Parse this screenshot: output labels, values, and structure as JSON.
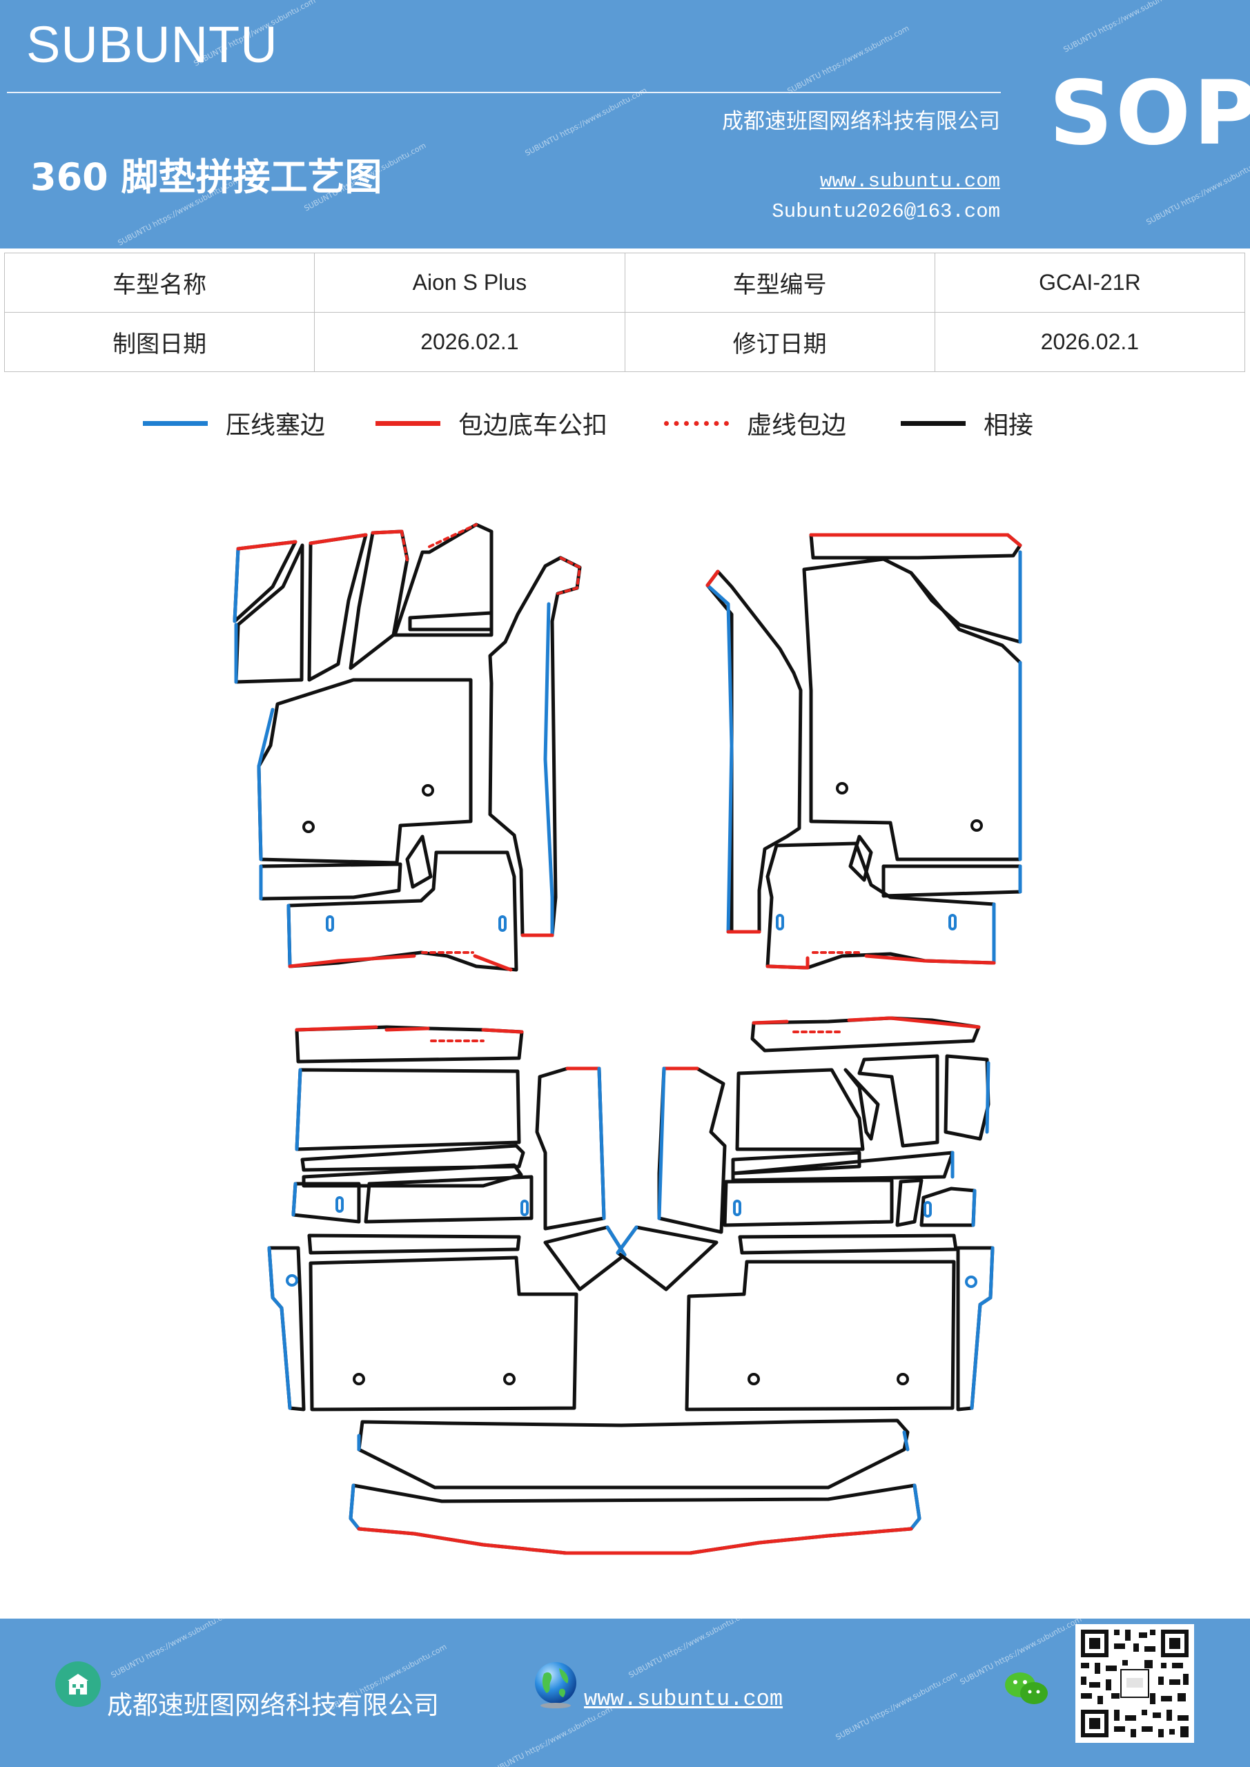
{
  "header": {
    "brand": "SUBUNTU",
    "company": "成都速班图网络科技有限公司",
    "title": "360 脚垫拼接工艺图",
    "website": "www.subuntu.com",
    "email": "Subuntu2026@163.com",
    "badge": "SOP"
  },
  "info": {
    "rows": [
      {
        "label1": "车型名称",
        "value1": "Aion  S  Plus",
        "label2": "车型编号",
        "value2": "GCAI-21R"
      },
      {
        "label1": "制图日期",
        "value1": "2026.02.1",
        "label2": "修订日期",
        "value2": "2026.02.1"
      }
    ]
  },
  "legend": [
    {
      "label": "压线塞边",
      "color": "#1f7fd1",
      "style": "solid"
    },
    {
      "label": "包边底车公扣",
      "color": "#e8261f",
      "style": "solid"
    },
    {
      "label": "虚线包边",
      "color": "#e8261f",
      "style": "dotted"
    },
    {
      "label": "相接",
      "color": "#111111",
      "style": "solid"
    }
  ],
  "colors": {
    "header_bg": "#5b9bd5",
    "blue_edge": "#1f7fd1",
    "red_edge": "#e8261f",
    "black_edge": "#111111"
  },
  "footer": {
    "company": "成都速班图网络科技有限公司",
    "website": "www.subuntu.com",
    "icons": [
      "building-icon",
      "globe-icon",
      "wechat-icon",
      "qr-code"
    ]
  }
}
